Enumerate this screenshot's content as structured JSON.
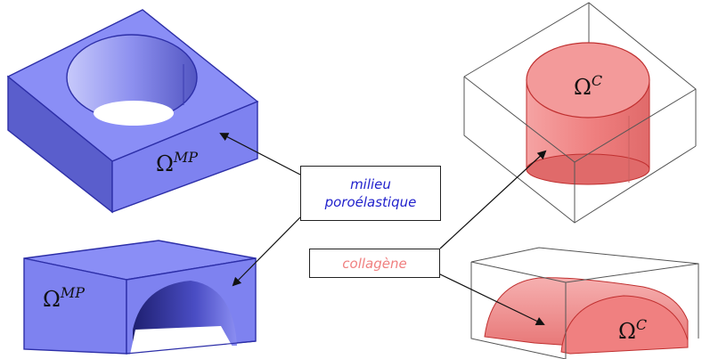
{
  "labels": {
    "porous_line1": "milieu",
    "porous_line2": "poroélastique",
    "collagen": "collagène"
  },
  "math": {
    "omega_symbol": "Ω",
    "mp_superscript": "MP",
    "c_superscript": "C"
  },
  "colors": {
    "porous_text": "#2222cc",
    "collagen_text": "#f08080",
    "porous_face_top": "#8a8ef6",
    "porous_face_front": "#7e82f0",
    "porous_face_side": "#5a5ecc",
    "porous_edge": "#2d2fa8",
    "collagen_top": "#f39a9a",
    "collagen_body": "#f08080",
    "collagen_edge": "#c03030",
    "wire": "#555555"
  }
}
